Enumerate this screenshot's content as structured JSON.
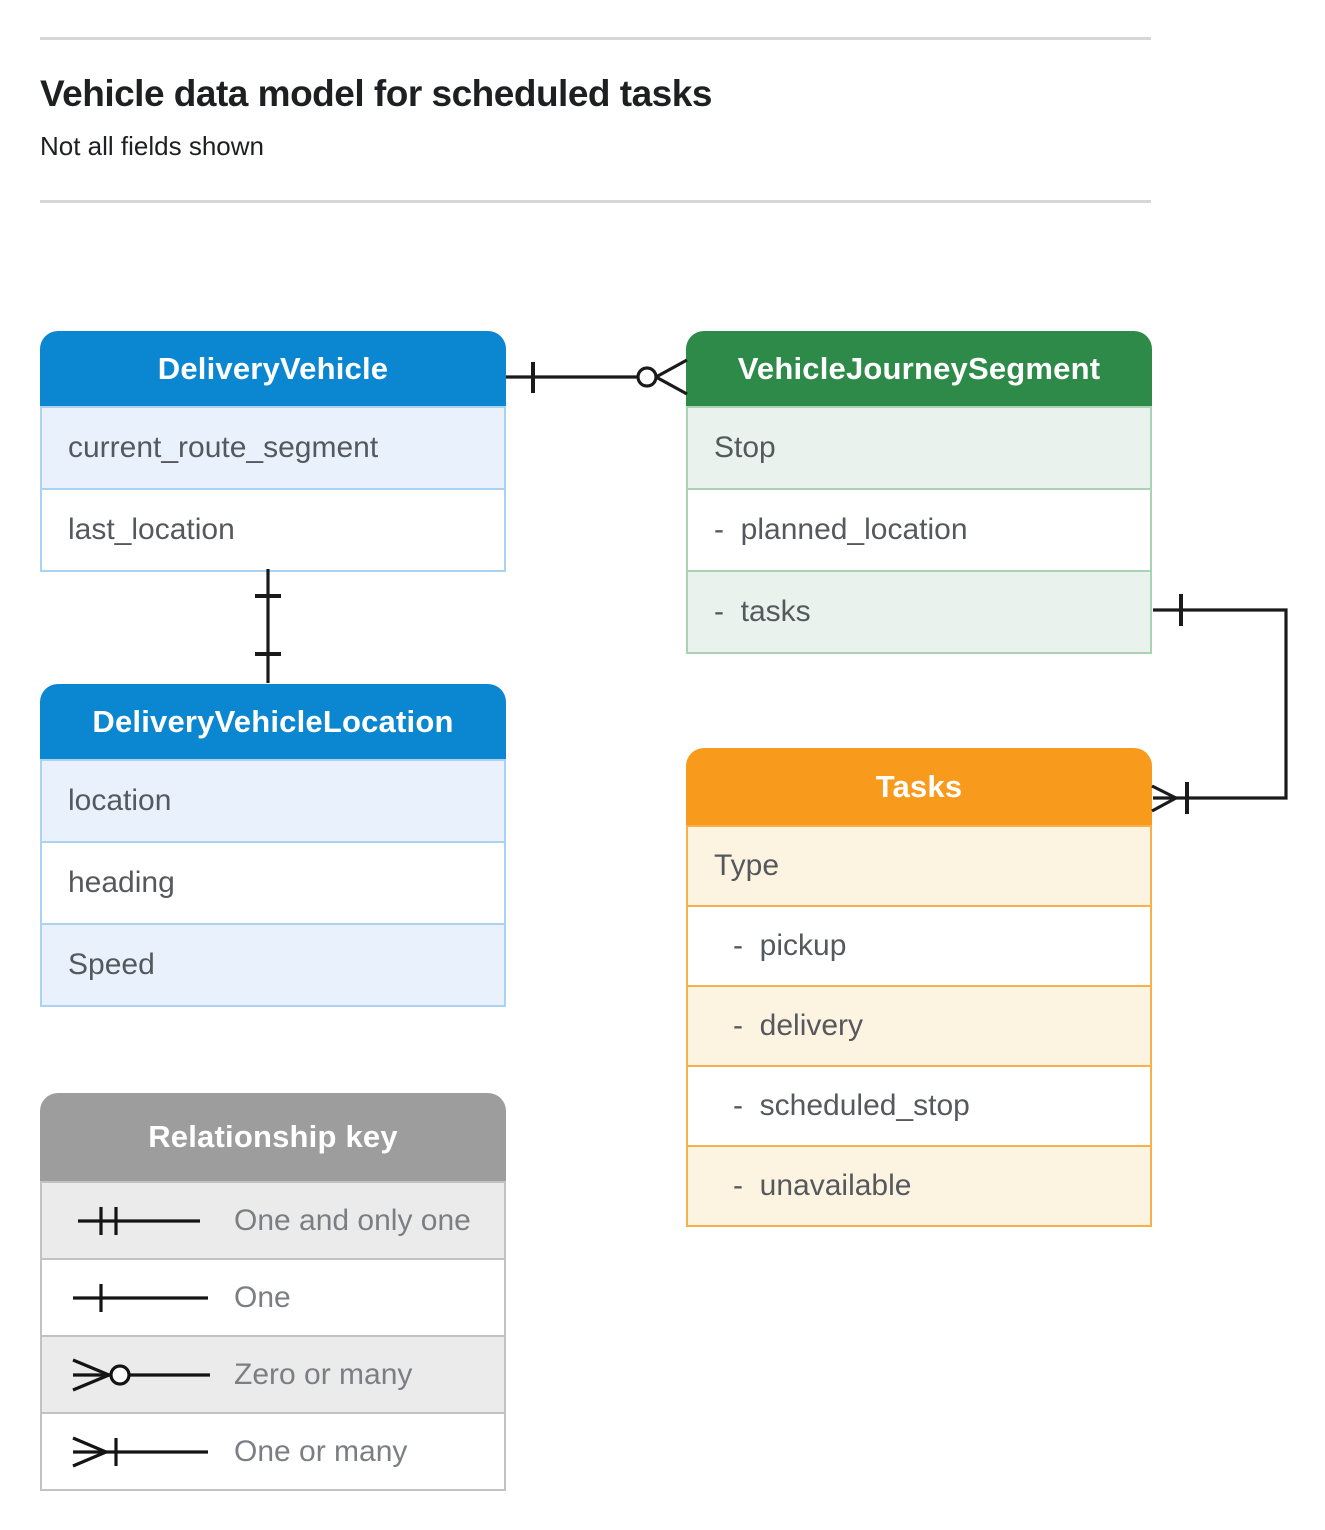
{
  "page": {
    "title": "Vehicle data model for scheduled tasks",
    "subtitle": "Not all fields shown"
  },
  "colors": {
    "blue_header": "#0b86d1",
    "blue_tint": "#e8f1fc",
    "green_header": "#2e8a49",
    "green_tint": "#e9f2ec",
    "orange_header": "#f89b1d",
    "orange_tint": "#fdf3e1",
    "gray_header": "#9d9d9d",
    "gray_tint": "#ebebeb",
    "connector": "#1a1a1a",
    "field_text": "#55595e"
  },
  "entities": {
    "delivery_vehicle": {
      "title": "DeliveryVehicle",
      "rows": [
        "current_route_segment",
        "last_location"
      ]
    },
    "vehicle_journey_segment": {
      "title": "VehicleJourneySegment",
      "rows": [
        "Stop",
        "-  planned_location",
        "-  tasks"
      ]
    },
    "delivery_vehicle_location": {
      "title": "DeliveryVehicleLocation",
      "rows": [
        "location",
        "heading",
        "Speed"
      ]
    },
    "tasks": {
      "title": "Tasks",
      "rows": [
        "Type",
        "-  pickup",
        "-  delivery",
        "-  scheduled_stop",
        "-  unavailable"
      ]
    }
  },
  "legend": {
    "title": "Relationship key",
    "items": [
      {
        "symbol": "one-and-only-one",
        "label": "One and only one"
      },
      {
        "symbol": "one",
        "label": "One"
      },
      {
        "symbol": "zero-or-many",
        "label": "Zero or many"
      },
      {
        "symbol": "one-or-many",
        "label": "One or many"
      }
    ]
  },
  "relationships": [
    {
      "from": "DeliveryVehicle",
      "to": "VehicleJourneySegment",
      "from_cardinality": "one",
      "to_cardinality": "zero-or-many"
    },
    {
      "from": "DeliveryVehicle",
      "to": "DeliveryVehicleLocation",
      "from_cardinality": "one",
      "to_cardinality": "one"
    },
    {
      "from": "VehicleJourneySegment.tasks",
      "to": "Tasks",
      "from_cardinality": "one",
      "to_cardinality": "one-or-many"
    }
  ]
}
